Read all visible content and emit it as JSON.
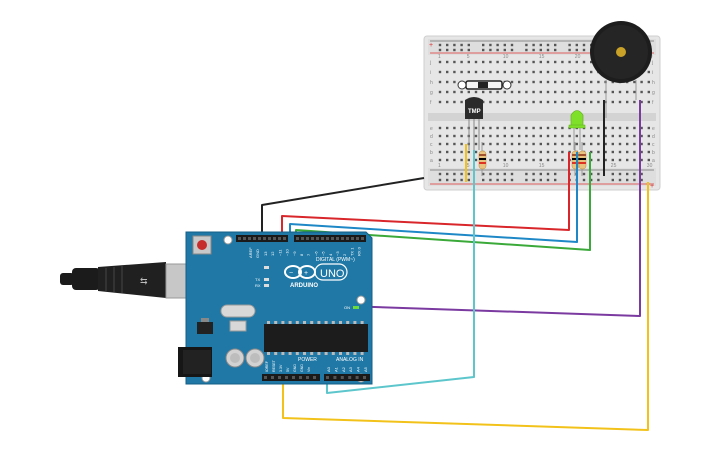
{
  "board": {
    "logo_text": "ARDUINO",
    "model": "UNO",
    "digital_label": "DIGITAL (PWM~)",
    "power_label": "POWER",
    "analog_label": "ANALOG IN",
    "aref": "AREF",
    "gnd": "GND",
    "tx": "TX",
    "rx": "RX",
    "on": "ON",
    "digital_pins": [
      "13",
      "12",
      "~11",
      "~10",
      "~9",
      "8",
      "7",
      "~6",
      "~5",
      "4",
      "~3",
      "2",
      "TX 1",
      "RX 0"
    ],
    "power_pins": [
      "IOREF",
      "RESET",
      "3.3V",
      "5V",
      "GND",
      "GND",
      "Vin"
    ],
    "analog_pins": [
      "A0",
      "A1",
      "A2",
      "A3",
      "A4",
      "A5"
    ]
  },
  "breadboard": {
    "row_letters_top": [
      "j",
      "i",
      "h",
      "g",
      "f"
    ],
    "row_letters_bottom": [
      "e",
      "d",
      "c",
      "b",
      "a"
    ],
    "column_numbers": [
      "1",
      "5",
      "10",
      "15",
      "20",
      "25",
      "30"
    ]
  },
  "components": {
    "sensor_label": "TMP",
    "buzzer": "piezo",
    "led_color": "#7fe02a"
  },
  "wire_colors": {
    "black": "#222222",
    "red": "#d8262b",
    "blue": "#1e88c7",
    "green": "#3aa93a",
    "purple": "#7a3aa0",
    "cyan": "#5cc6cc",
    "yellow": "#f2c21a"
  }
}
